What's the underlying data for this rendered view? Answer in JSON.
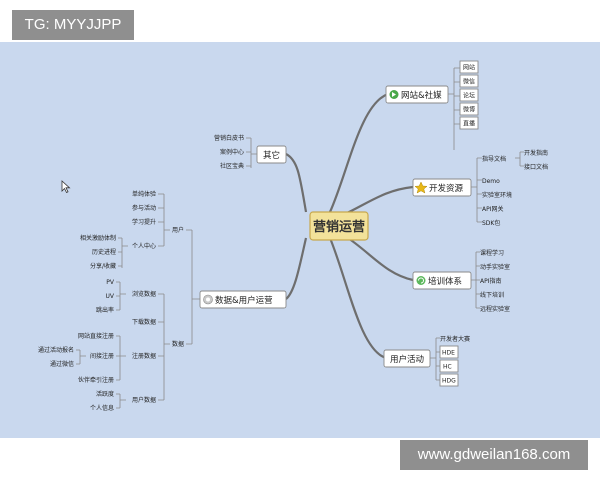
{
  "watermark_top": "TG: MYYJJPP",
  "watermark_bottom": "www.gdweilan168.com",
  "mindmap": {
    "center": "营销运营",
    "right": {
      "website_social": {
        "label": "网站&社媒",
        "icon": "arrow-icon",
        "leaves": [
          "网站",
          "微信",
          "论坛",
          "微博",
          "直播"
        ]
      },
      "dev_resources": {
        "label": "开发资源",
        "icon": "star-icon",
        "leaves": [
          "指导文档",
          "Demo",
          "实验室环境",
          "API网关",
          "SDK包"
        ],
        "sub": {
          "parent": "指导文档",
          "items": [
            "开发指南",
            "接口文档"
          ]
        }
      },
      "training": {
        "label": "培训体系",
        "icon": "recycle-icon",
        "leaves": [
          "课程学习",
          "动手实验室",
          "API指南",
          "线下培训",
          "远程实验室"
        ]
      },
      "user_events": {
        "label": "用户活动",
        "leaves": [
          "开发者大赛",
          "HDE",
          "HC",
          "HDG"
        ]
      }
    },
    "left": {
      "other": {
        "label": "其它",
        "leaves": [
          "营销白皮书",
          "案例中心",
          "社区宝典"
        ]
      },
      "data_ops": {
        "label": "数据&用户运营",
        "icon": "circle-icon",
        "user": {
          "label": "用户",
          "items": [
            "单纯体验",
            "参与活动",
            "学习提升",
            "个人中心"
          ],
          "personal_center": [
            "相关激励体制",
            "历史进程",
            "分享/收藏"
          ]
        },
        "data": {
          "label": "数据",
          "browse": {
            "label": "浏览数据",
            "items": [
              "PV",
              "UV",
              "跳出率"
            ]
          },
          "download": {
            "label": "下载数据"
          },
          "register": {
            "label": "注册数据",
            "items": [
              "网站直接注册",
              "间接注册",
              "伙伴牵引注册"
            ],
            "indirect": [
              "通过活动报名",
              "通过微信"
            ]
          },
          "user_data": {
            "label": "用户数据",
            "items": [
              "活跃度",
              "个人信息"
            ]
          }
        }
      }
    }
  }
}
